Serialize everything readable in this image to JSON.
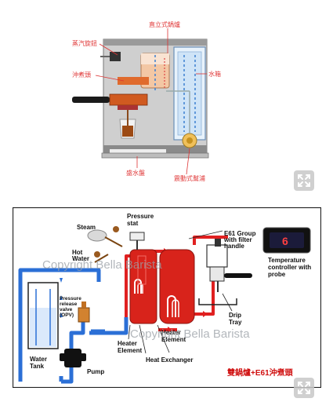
{
  "top_diagram": {
    "labels": {
      "steam_knob": "蒸汽旋鈕",
      "standalone_boiler": "直立式鍋爐",
      "group_head": "沖煮頭",
      "water_tank": "水箱",
      "drip_tray": "盛水盤",
      "vibration_pump": "震動式幫浦"
    }
  },
  "bottom_diagram": {
    "labels": {
      "steam": "Steam",
      "pressure_stat": "Pressure stat",
      "e61_group": "E61 Group with filter handle",
      "hot_water": "Hot Water",
      "temperature_controller": "Temperature controller with probe",
      "prv": "Pressure release valve (OPV)",
      "water_tank": "Water Tank",
      "pump": "Pump",
      "heater_element_left": "Heater Element",
      "heater_element_right": "Heater Element",
      "heat_exchanger": "Heat Exchanger",
      "drip_tray": "Drip Tray",
      "title_cn": "雙鍋爐+E61沖煮頭"
    },
    "watermark": "Copyright Bella Barista",
    "controller_display": "6",
    "colors": {
      "water_pipe": "#2b6fd6",
      "hot_pipe": "#e02020",
      "boiler": "#d8231b",
      "title_cn": "#d01010"
    }
  },
  "ui": {
    "expand_icon_top": "expand-icon",
    "expand_icon_bottom": "expand-icon"
  }
}
